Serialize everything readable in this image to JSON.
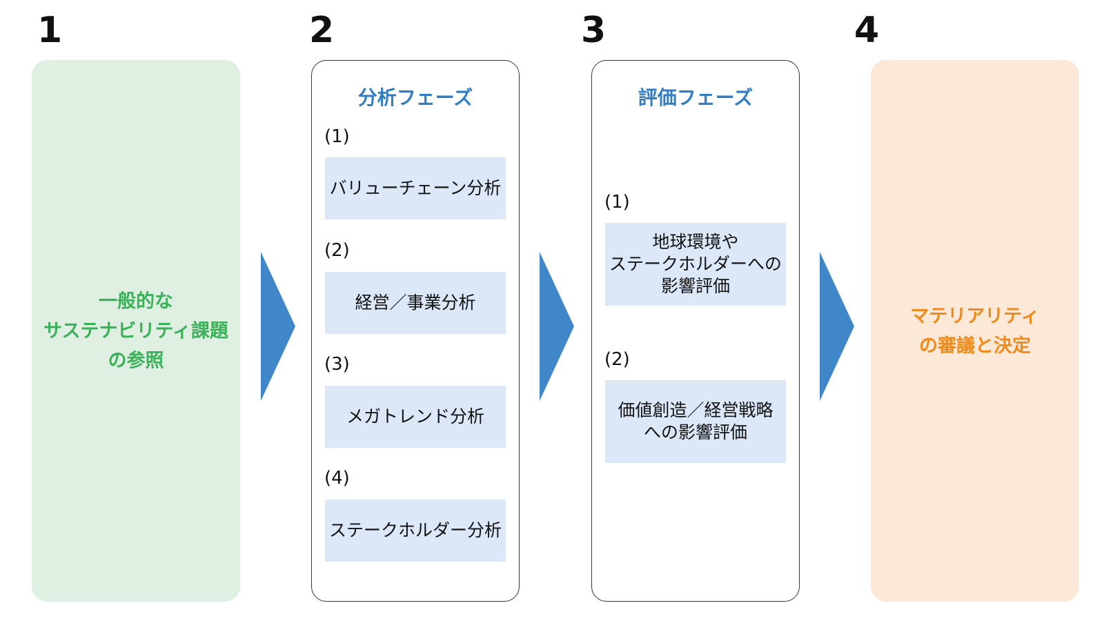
{
  "steps": [
    {
      "number": "1",
      "text": "一般的な\nサステナビリティ課題\nの参照"
    },
    {
      "number": "2",
      "title": "分析フェーズ",
      "items": [
        {
          "num": "(1)",
          "label": "バリューチェーン分析"
        },
        {
          "num": "(2)",
          "label": "経営／事業分析"
        },
        {
          "num": "(3)",
          "label": "メガトレンド分析"
        },
        {
          "num": "(4)",
          "label": "ステークホルダー分析"
        }
      ]
    },
    {
      "number": "3",
      "title": "評価フェーズ",
      "items": [
        {
          "num": "(1)",
          "label": "地球環境や\nステークホルダーへの\n影響評価"
        },
        {
          "num": "(2)",
          "label": "価値創造／経営戦略\nへの影響評価"
        }
      ]
    },
    {
      "number": "4",
      "text": "マテリアリティ\nの審議と決定"
    }
  ],
  "colors": {
    "green_bg": "#dff0e2",
    "green_text": "#3bb159",
    "orange_bg": "#fbe8d6",
    "orange_text": "#f08a1a",
    "title_blue": "#2f7ec4",
    "item_bg": "#dce8f8",
    "arrow": "#3f87c9"
  }
}
